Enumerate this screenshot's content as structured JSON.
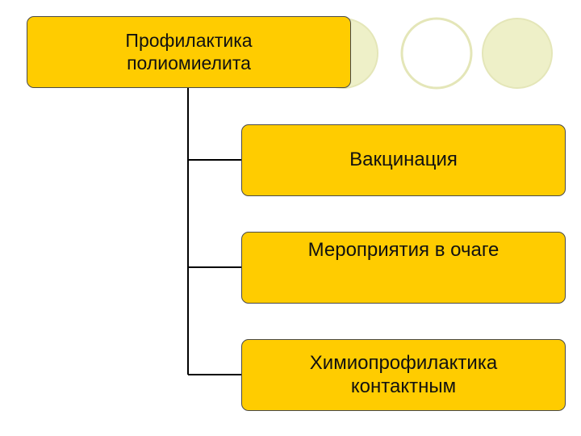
{
  "root": {
    "label": "Профилактика полиомиелита"
  },
  "children": [
    {
      "label": "Вакцинация"
    },
    {
      "label": "Мероприятия в очаге"
    },
    {
      "label": "Химиопрофилактика контактным"
    }
  ],
  "colors": {
    "box_fill": "#ffcc00",
    "box_border": "#4a4a4a",
    "decor_circle_fill": "#eef0c8",
    "decor_circle_stroke": "#e4e6b8",
    "connector": "#000000"
  }
}
